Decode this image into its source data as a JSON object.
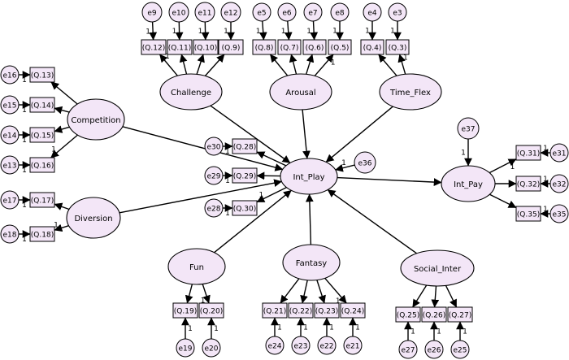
{
  "latent": [
    {
      "id": "Challenge",
      "label": "Challenge"
    },
    {
      "id": "Arousal",
      "label": "Arousal"
    },
    {
      "id": "Time_Flex",
      "label": "Time_Flex"
    },
    {
      "id": "Competition",
      "label": "Competition"
    },
    {
      "id": "Diversion",
      "label": "Diversion"
    },
    {
      "id": "Int_Play",
      "label": "Int_Play"
    },
    {
      "id": "Int_Pay",
      "label": "Int_Pay"
    },
    {
      "id": "Fun",
      "label": "Fun"
    },
    {
      "id": "Fantasy",
      "label": "Fantasy"
    },
    {
      "id": "Social_Inter",
      "label": "Social_Inter"
    }
  ],
  "observed": [
    {
      "id": "Q12",
      "label": "(Q.12)"
    },
    {
      "id": "Q11",
      "label": "(Q.11)"
    },
    {
      "id": "Q10",
      "label": "(Q.10)"
    },
    {
      "id": "Q9",
      "label": "(Q.9)"
    },
    {
      "id": "Q8",
      "label": "(Q.8)"
    },
    {
      "id": "Q7",
      "label": "(Q.7)"
    },
    {
      "id": "Q6",
      "label": "(Q.6)"
    },
    {
      "id": "Q5",
      "label": "(Q.5)"
    },
    {
      "id": "Q4",
      "label": "(Q.4)"
    },
    {
      "id": "Q3",
      "label": "(Q.3)"
    },
    {
      "id": "Q13",
      "label": "(Q.13)"
    },
    {
      "id": "Q14",
      "label": "(Q.14)"
    },
    {
      "id": "Q15",
      "label": "(Q.15)"
    },
    {
      "id": "Q16",
      "label": "(Q.16)"
    },
    {
      "id": "Q17",
      "label": "(Q.17)"
    },
    {
      "id": "Q18",
      "label": "(Q.18)"
    },
    {
      "id": "Q28",
      "label": "(Q.28)"
    },
    {
      "id": "Q29",
      "label": "(Q.29)"
    },
    {
      "id": "Q30",
      "label": "(Q.30)"
    },
    {
      "id": "Q31",
      "label": "(Q.31)"
    },
    {
      "id": "Q32",
      "label": "(Q.32)"
    },
    {
      "id": "Q35",
      "label": "(Q.35)"
    },
    {
      "id": "Q19",
      "label": "(Q.19)"
    },
    {
      "id": "Q20",
      "label": "(Q.20)"
    },
    {
      "id": "Q21",
      "label": "(Q.21)"
    },
    {
      "id": "Q22",
      "label": "(Q.22)"
    },
    {
      "id": "Q23",
      "label": "(Q.23)"
    },
    {
      "id": "Q24",
      "label": "(Q.24)"
    },
    {
      "id": "Q25",
      "label": "(Q.25)"
    },
    {
      "id": "Q26",
      "label": "(Q.26)"
    },
    {
      "id": "Q27",
      "label": "(Q.27)"
    }
  ],
  "errors": [
    {
      "id": "e9",
      "label": "e9"
    },
    {
      "id": "e10",
      "label": "e10"
    },
    {
      "id": "e11",
      "label": "e11"
    },
    {
      "id": "e12",
      "label": "e12"
    },
    {
      "id": "e5",
      "label": "e5"
    },
    {
      "id": "e6",
      "label": "e6"
    },
    {
      "id": "e7",
      "label": "e7"
    },
    {
      "id": "e8",
      "label": "e8"
    },
    {
      "id": "e4",
      "label": "e4"
    },
    {
      "id": "e3",
      "label": "e3"
    },
    {
      "id": "e16",
      "label": "e16"
    },
    {
      "id": "e15",
      "label": "e15"
    },
    {
      "id": "e14",
      "label": "e14"
    },
    {
      "id": "e13",
      "label": "e13"
    },
    {
      "id": "e17",
      "label": "e17"
    },
    {
      "id": "e18",
      "label": "e18"
    },
    {
      "id": "e30",
      "label": "e30"
    },
    {
      "id": "e29",
      "label": "e29"
    },
    {
      "id": "e28",
      "label": "e28"
    },
    {
      "id": "e36",
      "label": "e36"
    },
    {
      "id": "e37",
      "label": "e37"
    },
    {
      "id": "e31",
      "label": "e31"
    },
    {
      "id": "e32",
      "label": "e32"
    },
    {
      "id": "e35",
      "label": "e35"
    },
    {
      "id": "e19",
      "label": "e19"
    },
    {
      "id": "e20",
      "label": "e20"
    },
    {
      "id": "e24",
      "label": "e24"
    },
    {
      "id": "e23",
      "label": "e23"
    },
    {
      "id": "e22",
      "label": "e22"
    },
    {
      "id": "e21",
      "label": "e21"
    },
    {
      "id": "e27",
      "label": "e27"
    },
    {
      "id": "e26",
      "label": "e26"
    },
    {
      "id": "e25",
      "label": "e25"
    }
  ],
  "loadings": [
    {
      "from": "Challenge",
      "to": "Q12",
      "fixed": "1"
    },
    {
      "from": "Challenge",
      "to": "Q11"
    },
    {
      "from": "Challenge",
      "to": "Q10"
    },
    {
      "from": "Challenge",
      "to": "Q9"
    },
    {
      "from": "Arousal",
      "to": "Q8"
    },
    {
      "from": "Arousal",
      "to": "Q7"
    },
    {
      "from": "Arousal",
      "to": "Q6"
    },
    {
      "from": "Arousal",
      "to": "Q5",
      "fixed": "1"
    },
    {
      "from": "Time_Flex",
      "to": "Q4"
    },
    {
      "from": "Time_Flex",
      "to": "Q3",
      "fixed": "1"
    },
    {
      "from": "Competition",
      "to": "Q13"
    },
    {
      "from": "Competition",
      "to": "Q14"
    },
    {
      "from": "Competition",
      "to": "Q15"
    },
    {
      "from": "Competition",
      "to": "Q16",
      "fixed": "1"
    },
    {
      "from": "Diversion",
      "to": "Q17"
    },
    {
      "from": "Diversion",
      "to": "Q18",
      "fixed": "1"
    },
    {
      "from": "Int_Play",
      "to": "Q28"
    },
    {
      "from": "Int_Play",
      "to": "Q29"
    },
    {
      "from": "Int_Play",
      "to": "Q30",
      "fixed": "1"
    },
    {
      "from": "Int_Pay",
      "to": "Q31",
      "fixed": "1"
    },
    {
      "from": "Int_Pay",
      "to": "Q32"
    },
    {
      "from": "Int_Pay",
      "to": "Q35"
    },
    {
      "from": "Fun",
      "to": "Q19"
    },
    {
      "from": "Fun",
      "to": "Q20",
      "fixed": "1"
    },
    {
      "from": "Fantasy",
      "to": "Q21"
    },
    {
      "from": "Fantasy",
      "to": "Q22"
    },
    {
      "from": "Fantasy",
      "to": "Q23"
    },
    {
      "from": "Fantasy",
      "to": "Q24",
      "fixed": "1"
    },
    {
      "from": "Social_Inter",
      "to": "Q25"
    },
    {
      "from": "Social_Inter",
      "to": "Q26"
    },
    {
      "from": "Social_Inter",
      "to": "Q27"
    }
  ],
  "error_paths": [
    {
      "from": "e9",
      "to": "Q12",
      "fixed": "1"
    },
    {
      "from": "e10",
      "to": "Q11",
      "fixed": "1"
    },
    {
      "from": "e11",
      "to": "Q10",
      "fixed": "1"
    },
    {
      "from": "e12",
      "to": "Q9",
      "fixed": "1"
    },
    {
      "from": "e5",
      "to": "Q8",
      "fixed": "1"
    },
    {
      "from": "e6",
      "to": "Q7",
      "fixed": "1"
    },
    {
      "from": "e7",
      "to": "Q6",
      "fixed": "1"
    },
    {
      "from": "e8",
      "to": "Q5",
      "fixed": "1"
    },
    {
      "from": "e4",
      "to": "Q4",
      "fixed": "1"
    },
    {
      "from": "e3",
      "to": "Q3",
      "fixed": "1"
    },
    {
      "from": "e16",
      "to": "Q13",
      "fixed": "1"
    },
    {
      "from": "e15",
      "to": "Q14",
      "fixed": "1"
    },
    {
      "from": "e14",
      "to": "Q15",
      "fixed": "1"
    },
    {
      "from": "e13",
      "to": "Q16",
      "fixed": "1"
    },
    {
      "from": "e17",
      "to": "Q17",
      "fixed": "1"
    },
    {
      "from": "e18",
      "to": "Q18",
      "fixed": "1"
    },
    {
      "from": "e30",
      "to": "Q28",
      "fixed": "1"
    },
    {
      "from": "e29",
      "to": "Q29",
      "fixed": "1"
    },
    {
      "from": "e28",
      "to": "Q30",
      "fixed": "1"
    },
    {
      "from": "e31",
      "to": "Q31",
      "fixed": "1"
    },
    {
      "from": "e32",
      "to": "Q32",
      "fixed": "1"
    },
    {
      "from": "e35",
      "to": "Q35",
      "fixed": "1"
    },
    {
      "from": "e19",
      "to": "Q19",
      "fixed": "1"
    },
    {
      "from": "e20",
      "to": "Q20",
      "fixed": "1"
    },
    {
      "from": "e24",
      "to": "Q21",
      "fixed": "1"
    },
    {
      "from": "e23",
      "to": "Q22",
      "fixed": "1"
    },
    {
      "from": "e22",
      "to": "Q23",
      "fixed": "1"
    },
    {
      "from": "e21",
      "to": "Q24",
      "fixed": "1"
    },
    {
      "from": "e27",
      "to": "Q25",
      "fixed": "1"
    },
    {
      "from": "e26",
      "to": "Q26",
      "fixed": "1"
    },
    {
      "from": "e25",
      "to": "Q27",
      "fixed": "1"
    },
    {
      "from": "e36",
      "to": "Int_Play",
      "fixed": "1"
    },
    {
      "from": "e37",
      "to": "Int_Pay",
      "fixed": "1"
    }
  ],
  "structural_paths": [
    {
      "from": "Challenge",
      "to": "Int_Play"
    },
    {
      "from": "Arousal",
      "to": "Int_Play"
    },
    {
      "from": "Time_Flex",
      "to": "Int_Play"
    },
    {
      "from": "Competition",
      "to": "Int_Play"
    },
    {
      "from": "Diversion",
      "to": "Int_Play"
    },
    {
      "from": "Fun",
      "to": "Int_Play"
    },
    {
      "from": "Fantasy",
      "to": "Int_Play"
    },
    {
      "from": "Social_Inter",
      "to": "Int_Play"
    },
    {
      "from": "Int_Play",
      "to": "Int_Pay"
    }
  ]
}
